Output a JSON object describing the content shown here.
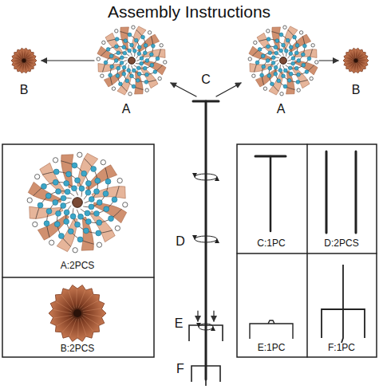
{
  "diagram": {
    "title": "Assembly Instructions",
    "labels": [
      "B",
      "A",
      "C",
      "A",
      "B",
      "D",
      "E",
      "F",
      "A:2PCS",
      "B:2PCS",
      "C:1PC",
      "D:2PCS",
      "E:1PC",
      "F:1PC"
    ]
  }
}
